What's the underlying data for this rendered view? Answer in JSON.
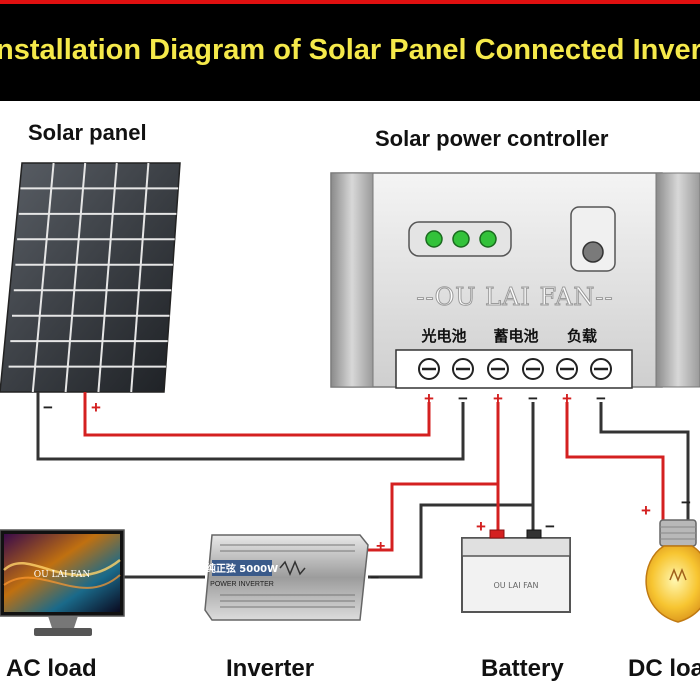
{
  "title": "Installation Diagram of Solar Panel Connected Inverter",
  "labels": {
    "solar_panel": "Solar panel",
    "controller": "Solar power controller",
    "ac_load": "AC load",
    "inverter": "Inverter",
    "battery": "Battery",
    "dc_load": "DC load"
  },
  "controller": {
    "brand": "--OU LAI FAN--",
    "terminal_labels": [
      "光电池",
      "蓄电池",
      "负载"
    ],
    "terminal_polarity": [
      "+",
      "−",
      "+",
      "−",
      "+",
      "−"
    ]
  },
  "inverter": {
    "power_badge": "纯正弦 5000W",
    "subtitle": "POWER INVERTER"
  },
  "battery": {
    "brand": "OU LAI FAN"
  },
  "monitor": {
    "brand": "OU LAI FAN"
  },
  "polarity": {
    "plus": "+",
    "minus": "−"
  },
  "colors": {
    "positive_wire": "#d42020",
    "negative_wire": "#333333",
    "title": "#f5e94a"
  }
}
